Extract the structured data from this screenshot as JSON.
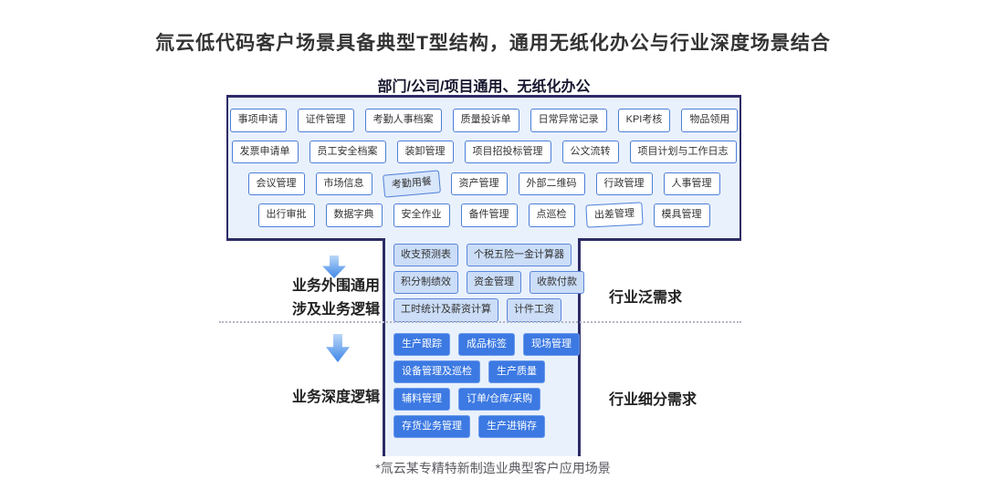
{
  "title": "氚云低代码客户场景具备典型T型结构，通用无纸化办公与行业深度场景结合",
  "colors": {
    "navy": "#2d2b66",
    "panel_bg": "#e9f1fc",
    "box_border": "#4d7fd9",
    "light_box_bg": "#cbddf7",
    "light_box_border": "#5b86da",
    "dark_box_bg": "#3c79e2",
    "dark_box_border": "#6b99ea",
    "arrow_from": "#b9d7f7",
    "arrow_to": "#3f86e8"
  },
  "top_section": {
    "header": "部门/公司/项目通用、无纸化办公",
    "rows": [
      [
        "事项申请",
        "证件管理",
        "考勤人事档案",
        "质量投诉单",
        "日常异常记录",
        "KPI考核",
        "物品领用"
      ],
      [
        "发票申请单",
        "员工安全档案",
        "装卸管理",
        "项目招投标管理",
        "公文流转",
        "项目计划与工作日志"
      ],
      [
        "会议管理",
        "市场信息",
        "考勤用餐",
        "资产管理",
        "外部二维码",
        "行政管理",
        "人事管理"
      ],
      [
        "出行审批",
        "数据字典",
        "安全作业",
        "备件管理",
        "点巡检",
        "出差管理",
        "模具管理"
      ]
    ]
  },
  "stem": {
    "generic_rows": [
      [
        "收支预测表",
        "个税五险一金计算器"
      ],
      [
        "积分制绩效",
        "资金管理",
        "收款付款"
      ],
      [
        "工时统计及薪资计算",
        "计件工资"
      ]
    ],
    "deep_rows": [
      [
        "生产跟踪",
        "成品标签",
        "现场管理"
      ],
      [
        "设备管理及巡检",
        "生产质量"
      ],
      [
        "辅料管理",
        "订单/仓库/采购"
      ],
      [
        "存货业务管理",
        "生产进销存"
      ]
    ]
  },
  "left_labels": {
    "outer_line1": "业务外围通用",
    "outer_line2": "涉及业务逻辑",
    "deep": "业务深度逻辑"
  },
  "right_labels": {
    "generic": "行业泛需求",
    "segment": "行业细分需求"
  },
  "footnote": "*氚云某专精特新制造业典型客户应用场景"
}
